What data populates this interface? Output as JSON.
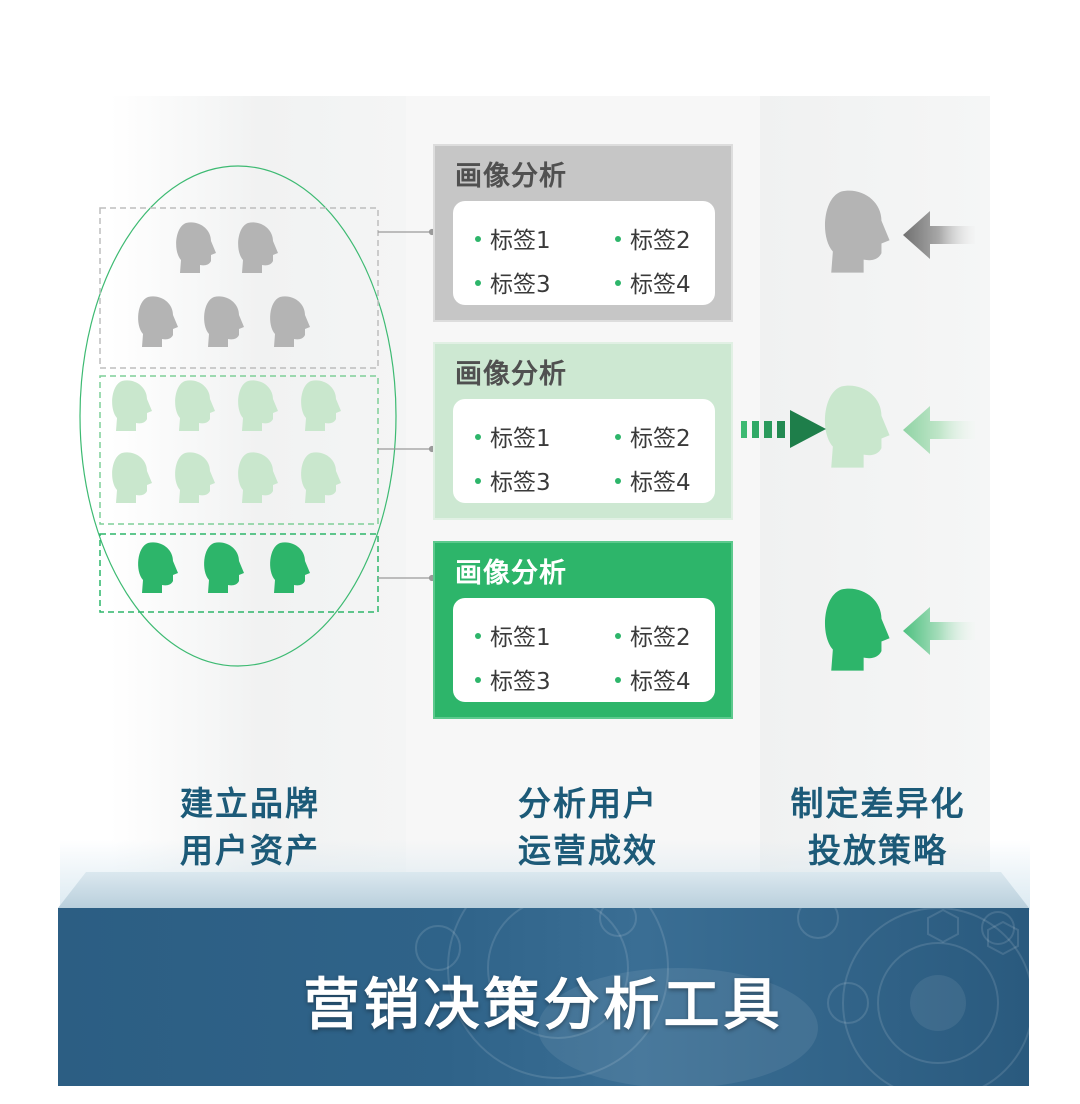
{
  "colors": {
    "gray": "#b4b4b4",
    "light_green": "#c9e7cd",
    "green": "#2db56a",
    "navy": "#1c5a78",
    "base": "#2c5e83"
  },
  "cards": [
    {
      "title": "画像分析",
      "tags": [
        "标签1",
        "标签2",
        "标签3",
        "标签4"
      ]
    },
    {
      "title": "画像分析",
      "tags": [
        "标签1",
        "标签2",
        "标签3",
        "标签4"
      ]
    },
    {
      "title": "画像分析",
      "tags": [
        "标签1",
        "标签2",
        "标签3",
        "标签4"
      ]
    }
  ],
  "columns": [
    {
      "line1": "建立品牌",
      "line2": "用户资产"
    },
    {
      "line1": "分析用户",
      "line2": "运营成效"
    },
    {
      "line1": "制定差异化",
      "line2": "投放策略"
    }
  ],
  "base": {
    "title": "营销决策分析工具"
  },
  "icons": [
    "head-icon",
    "arrow-left-icon",
    "arrow-right-icon"
  ]
}
